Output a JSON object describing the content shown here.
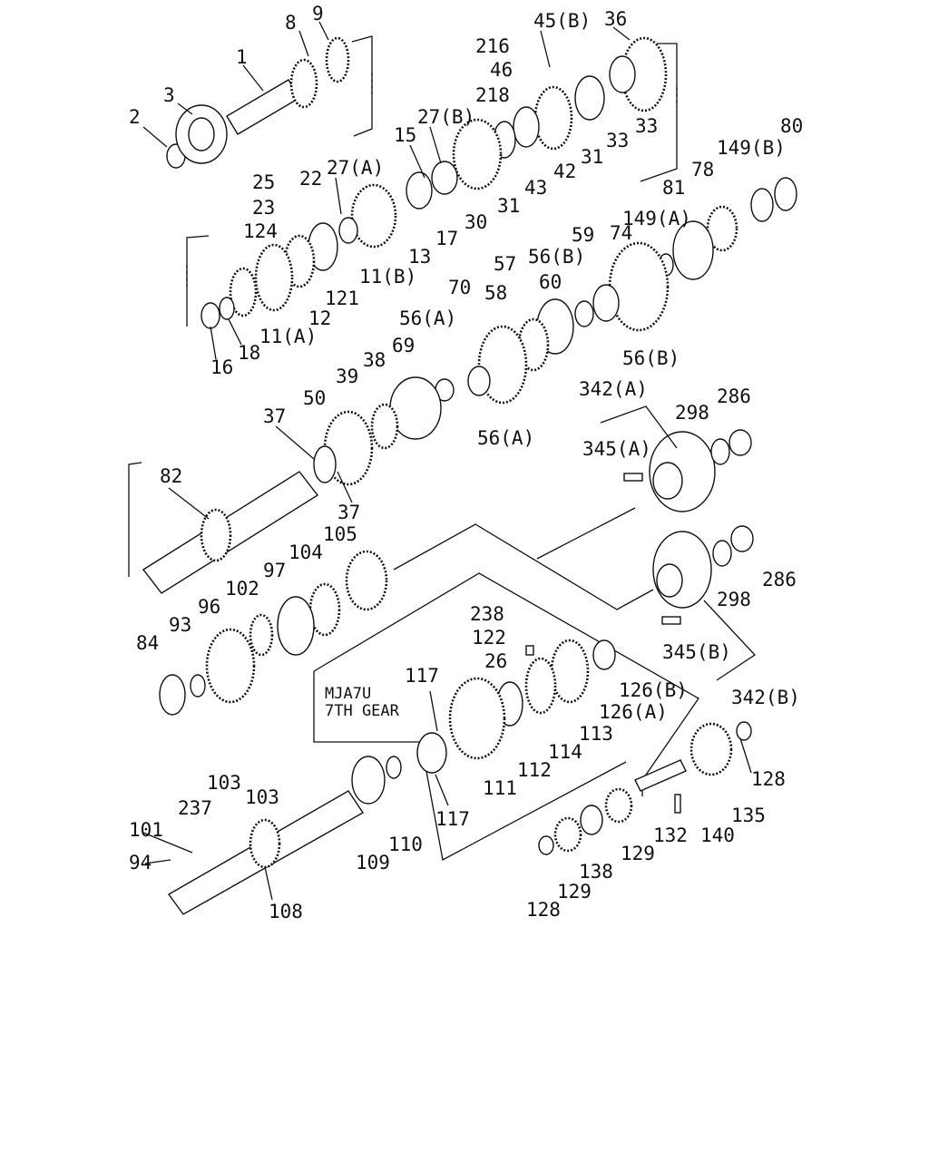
{
  "diagram": {
    "note_lines": [
      "MJA7U",
      "7TH GEAR"
    ],
    "callouts": [
      {
        "id": "c1",
        "text": "1"
      },
      {
        "id": "c2",
        "text": "2"
      },
      {
        "id": "c3",
        "text": "3"
      },
      {
        "id": "c8",
        "text": "8"
      },
      {
        "id": "c9",
        "text": "9"
      },
      {
        "id": "c45b",
        "text": "45(B)"
      },
      {
        "id": "c36",
        "text": "36"
      },
      {
        "id": "c216",
        "text": "216"
      },
      {
        "id": "c46",
        "text": "46"
      },
      {
        "id": "c218",
        "text": "218"
      },
      {
        "id": "c27b",
        "text": "27(B)"
      },
      {
        "id": "c15",
        "text": "15"
      },
      {
        "id": "c33a",
        "text": "33"
      },
      {
        "id": "c33b",
        "text": "33"
      },
      {
        "id": "c31a",
        "text": "31"
      },
      {
        "id": "c42",
        "text": "42"
      },
      {
        "id": "c43",
        "text": "43"
      },
      {
        "id": "c31b",
        "text": "31"
      },
      {
        "id": "c30",
        "text": "30"
      },
      {
        "id": "c17",
        "text": "17"
      },
      {
        "id": "c13",
        "text": "13"
      },
      {
        "id": "c80",
        "text": "80"
      },
      {
        "id": "c149b",
        "text": "149(B)"
      },
      {
        "id": "c78",
        "text": "78"
      },
      {
        "id": "c81",
        "text": "81"
      },
      {
        "id": "c149a",
        "text": "149(A)"
      },
      {
        "id": "c25",
        "text": "25"
      },
      {
        "id": "c22",
        "text": "22"
      },
      {
        "id": "c27a",
        "text": "27(A)"
      },
      {
        "id": "c23",
        "text": "23"
      },
      {
        "id": "c124",
        "text": "124"
      },
      {
        "id": "c11b",
        "text": "11(B)"
      },
      {
        "id": "c121",
        "text": "121"
      },
      {
        "id": "c12",
        "text": "12"
      },
      {
        "id": "c11a",
        "text": "11(A)"
      },
      {
        "id": "c18",
        "text": "18"
      },
      {
        "id": "c16",
        "text": "16"
      },
      {
        "id": "c59",
        "text": "59"
      },
      {
        "id": "c74",
        "text": "74"
      },
      {
        "id": "c56b1",
        "text": "56(B)"
      },
      {
        "id": "c57",
        "text": "57"
      },
      {
        "id": "c60",
        "text": "60"
      },
      {
        "id": "c70",
        "text": "70"
      },
      {
        "id": "c58",
        "text": "58"
      },
      {
        "id": "c56b2",
        "text": "56(B)"
      },
      {
        "id": "c56a1",
        "text": "56(A)"
      },
      {
        "id": "c69",
        "text": "69"
      },
      {
        "id": "c38",
        "text": "38"
      },
      {
        "id": "c39",
        "text": "39"
      },
      {
        "id": "c56a2",
        "text": "56(A)"
      },
      {
        "id": "c342a",
        "text": "342(A)"
      },
      {
        "id": "c286a",
        "text": "286"
      },
      {
        "id": "c298a",
        "text": "298"
      },
      {
        "id": "c345a",
        "text": "345(A)"
      },
      {
        "id": "c50",
        "text": "50"
      },
      {
        "id": "c37a",
        "text": "37"
      },
      {
        "id": "c37b",
        "text": "37"
      },
      {
        "id": "c82",
        "text": "82"
      },
      {
        "id": "c105",
        "text": "105"
      },
      {
        "id": "c104",
        "text": "104"
      },
      {
        "id": "c97",
        "text": "97"
      },
      {
        "id": "c102",
        "text": "102"
      },
      {
        "id": "c96",
        "text": "96"
      },
      {
        "id": "c93",
        "text": "93"
      },
      {
        "id": "c84",
        "text": "84"
      },
      {
        "id": "c286b",
        "text": "286"
      },
      {
        "id": "c298b",
        "text": "298"
      },
      {
        "id": "c238",
        "text": "238"
      },
      {
        "id": "c122",
        "text": "122"
      },
      {
        "id": "c26",
        "text": "26"
      },
      {
        "id": "c345b",
        "text": "345(B)"
      },
      {
        "id": "c126b",
        "text": "126(B)"
      },
      {
        "id": "c342b",
        "text": "342(B)"
      },
      {
        "id": "c117a",
        "text": "117"
      },
      {
        "id": "c126a",
        "text": "126(A)"
      },
      {
        "id": "c113",
        "text": "113"
      },
      {
        "id": "c114",
        "text": "114"
      },
      {
        "id": "c112",
        "text": "112"
      },
      {
        "id": "c111",
        "text": "111"
      },
      {
        "id": "c128a",
        "text": "128"
      },
      {
        "id": "c135",
        "text": "135"
      },
      {
        "id": "c117b",
        "text": "117"
      },
      {
        "id": "c110",
        "text": "110"
      },
      {
        "id": "c109",
        "text": "109"
      },
      {
        "id": "c103a",
        "text": "103"
      },
      {
        "id": "c237",
        "text": "237"
      },
      {
        "id": "c103b",
        "text": "103"
      },
      {
        "id": "c101",
        "text": "101"
      },
      {
        "id": "c94",
        "text": "94"
      },
      {
        "id": "c108",
        "text": "108"
      },
      {
        "id": "c132",
        "text": "132"
      },
      {
        "id": "c140",
        "text": "140"
      },
      {
        "id": "c129a",
        "text": "129"
      },
      {
        "id": "c138",
        "text": "138"
      },
      {
        "id": "c129b",
        "text": "129"
      },
      {
        "id": "c128b",
        "text": "128"
      }
    ]
  }
}
